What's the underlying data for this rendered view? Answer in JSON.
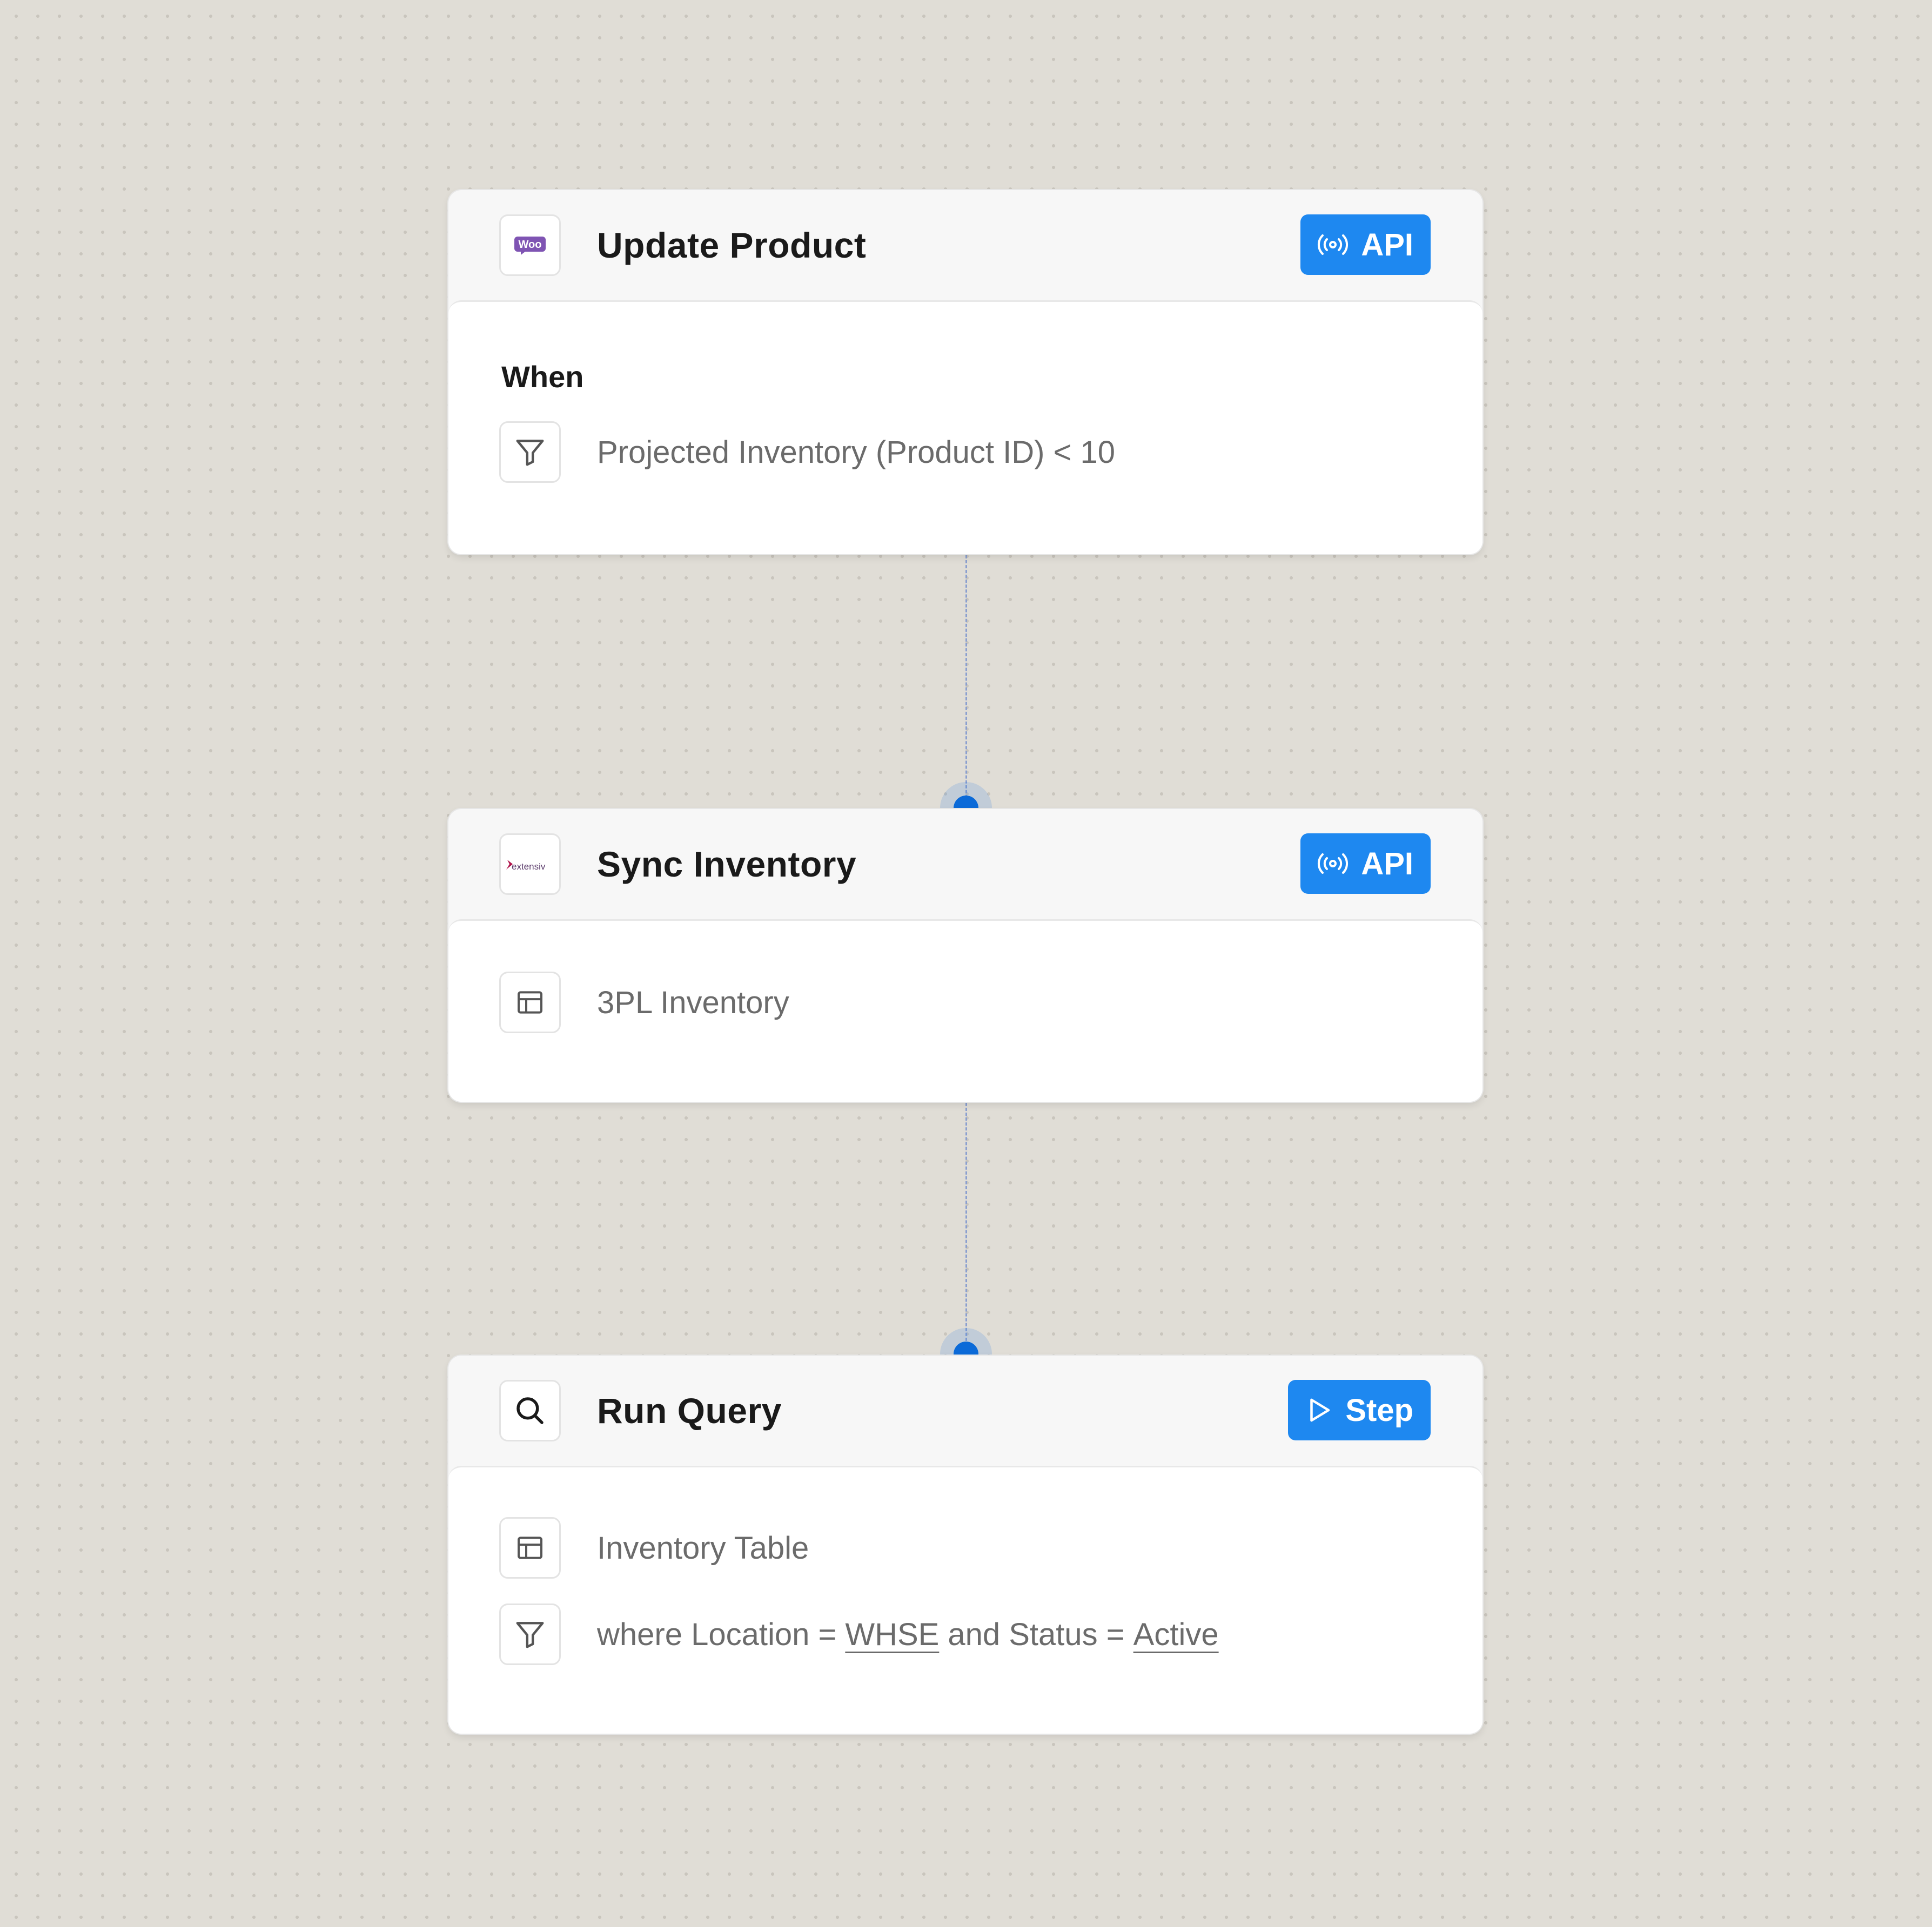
{
  "colors": {
    "canvas_bg": "#e0ddd6",
    "accent": "#1e88f0",
    "connector_dot": "#0b6ad8"
  },
  "cards": [
    {
      "icon": "woocommerce-logo",
      "logo_text": "Woo",
      "title": "Update Product",
      "badge_icon": "broadcast-icon",
      "badge_label": "API",
      "section_label": "When",
      "rows": [
        {
          "icon": "filter-icon",
          "text": "Projected Inventory (Product ID) < 10"
        }
      ]
    },
    {
      "icon": "extensiv-logo",
      "logo_text": "extensiv",
      "title": "Sync Inventory",
      "badge_icon": "broadcast-icon",
      "badge_label": "API",
      "rows": [
        {
          "icon": "table-icon",
          "text": "3PL Inventory"
        }
      ]
    },
    {
      "icon": "search-icon",
      "title": "Run Query",
      "badge_icon": "play-icon",
      "badge_label": "Step",
      "rows": [
        {
          "icon": "table-icon",
          "text": "Inventory Table"
        },
        {
          "icon": "filter-icon",
          "text_prefix": "where Location =",
          "location_value": "WHSE",
          "text_middle": "and Status =",
          "status_value": "Active"
        }
      ]
    }
  ]
}
